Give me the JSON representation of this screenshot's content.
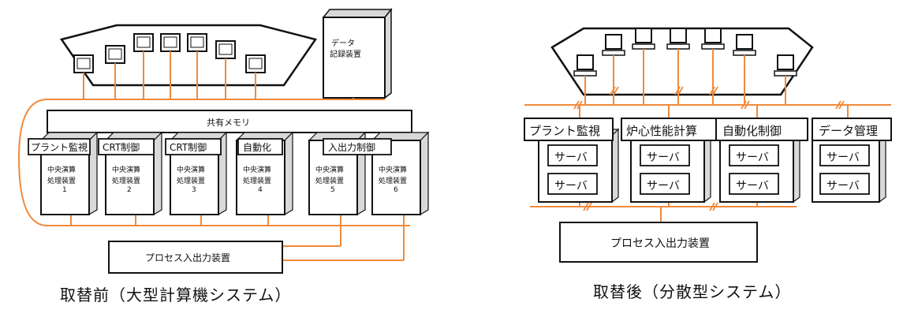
{
  "colors": {
    "accent_line": "#f08a3c",
    "ink": "#111111",
    "box_fill": "#ffffff",
    "side_fill": "#d9d9d9"
  },
  "left": {
    "caption": "取替前（大型計算機システム）",
    "data_recorder": [
      "データ",
      "記録装置"
    ],
    "shared_memory": "共有メモリ",
    "function_labels": [
      "プラント監視",
      "CRT制御",
      "CRT制御",
      "自動化",
      "入出力制御"
    ],
    "cpu_units": [
      {
        "lines": [
          "中央演算",
          "処理装置",
          "1"
        ]
      },
      {
        "lines": [
          "中央演算",
          "処理装置",
          "2"
        ]
      },
      {
        "lines": [
          "中央演算",
          "処理装置",
          "3"
        ]
      },
      {
        "lines": [
          "中央演算",
          "処理装置",
          "4"
        ]
      },
      {
        "lines": [
          "中央演算",
          "処理装置",
          "5"
        ]
      },
      {
        "lines": [
          "中央演算",
          "処理装置",
          "6"
        ]
      }
    ],
    "process_io": "プロセス入出力装置"
  },
  "right": {
    "caption": "取替後（分散型システム）",
    "groups": [
      {
        "label": "プラント監視",
        "servers": [
          "サーバ",
          "サーバ"
        ]
      },
      {
        "label": "炉心性能計算",
        "servers": [
          "サーバ",
          "サーバ"
        ]
      },
      {
        "label": "自動化制御",
        "servers": [
          "サーバ",
          "サーバ"
        ]
      },
      {
        "label": "データ管理",
        "servers": [
          "サーバ",
          "サーバ"
        ]
      }
    ],
    "process_io": "プロセス入出力装置"
  }
}
